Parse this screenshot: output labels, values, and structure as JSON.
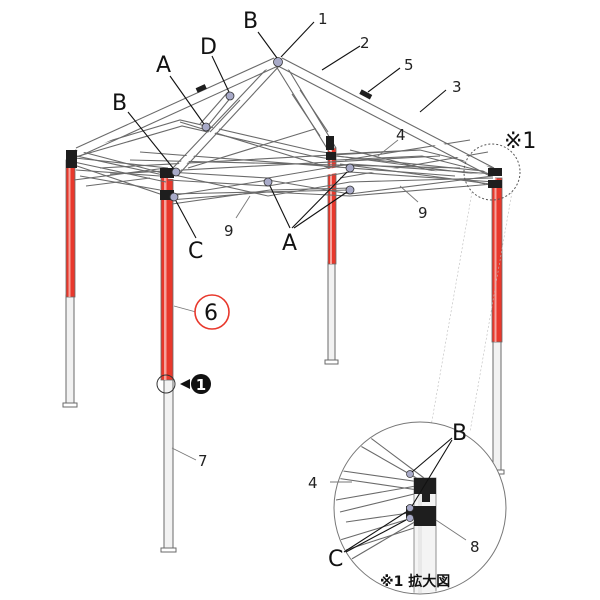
{
  "labels": {
    "A_left": "A",
    "A_bottom": "A",
    "B_top": "B",
    "B_left": "B",
    "B_detail": "B",
    "C_left": "C",
    "C_detail": "C",
    "D": "D",
    "n1": "1",
    "n2": "2",
    "n3": "3",
    "n4": "4",
    "n4_detail": "4",
    "n5": "5",
    "n6": "6",
    "n7": "7",
    "n8": "8",
    "n9_left": "9",
    "n9_right": "9",
    "callout_circled_one": "1",
    "callout_ref": "※1",
    "detail_caption": "※1 拡大図"
  },
  "colors": {
    "leg_red": "#e8382c",
    "leg_gray": "#f2f2f2",
    "strut_outline": "#6a6a6a",
    "joint_dot": "#a8aac8",
    "bracket": "#1e1e1e",
    "circle_red": "#e8382c"
  }
}
